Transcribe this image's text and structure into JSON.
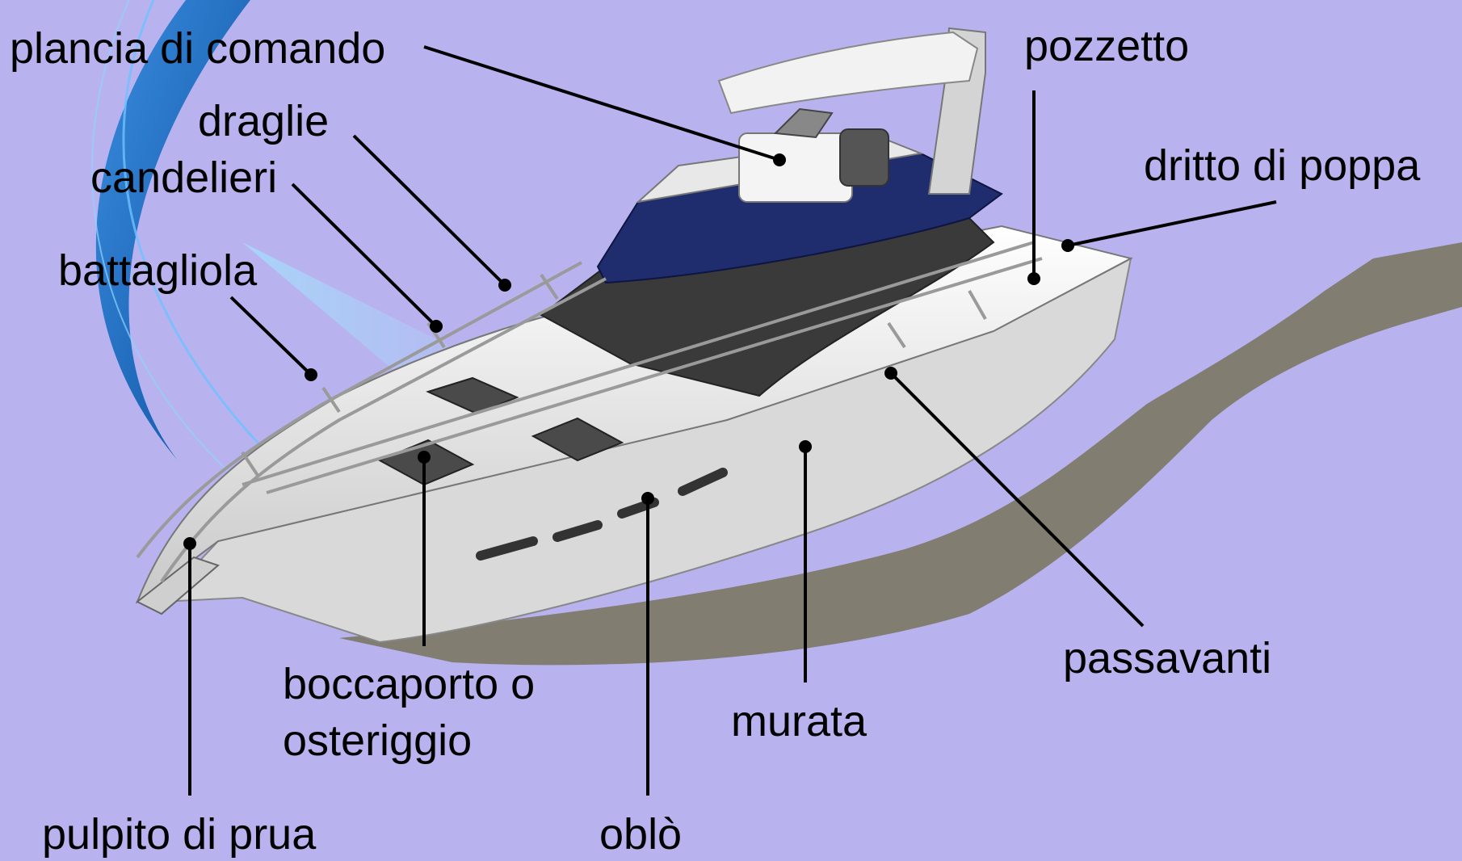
{
  "labels": {
    "plancia": "plancia di comando",
    "pozzetto": "pozzetto",
    "draglie": "draglie",
    "candelieri": "candelieri",
    "dritto_poppa": "dritto di poppa",
    "battagliola": "battagliola",
    "passavanti": "passavanti",
    "boccaporto_1": "boccaporto o",
    "boccaporto_2": "osteriggio",
    "murata": "murata",
    "pulpito": "pulpito di prua",
    "oblo": "oblò"
  },
  "colors": {
    "background": "#b8b3ef",
    "swoosh": "#2a78c9",
    "hull": "#efefef",
    "hull_side": "#d6d6d6",
    "deck_band": "#1f2d6e",
    "windows": "#3a3a3a",
    "shadow": "#7d7a68",
    "leader_line": "#000000"
  }
}
